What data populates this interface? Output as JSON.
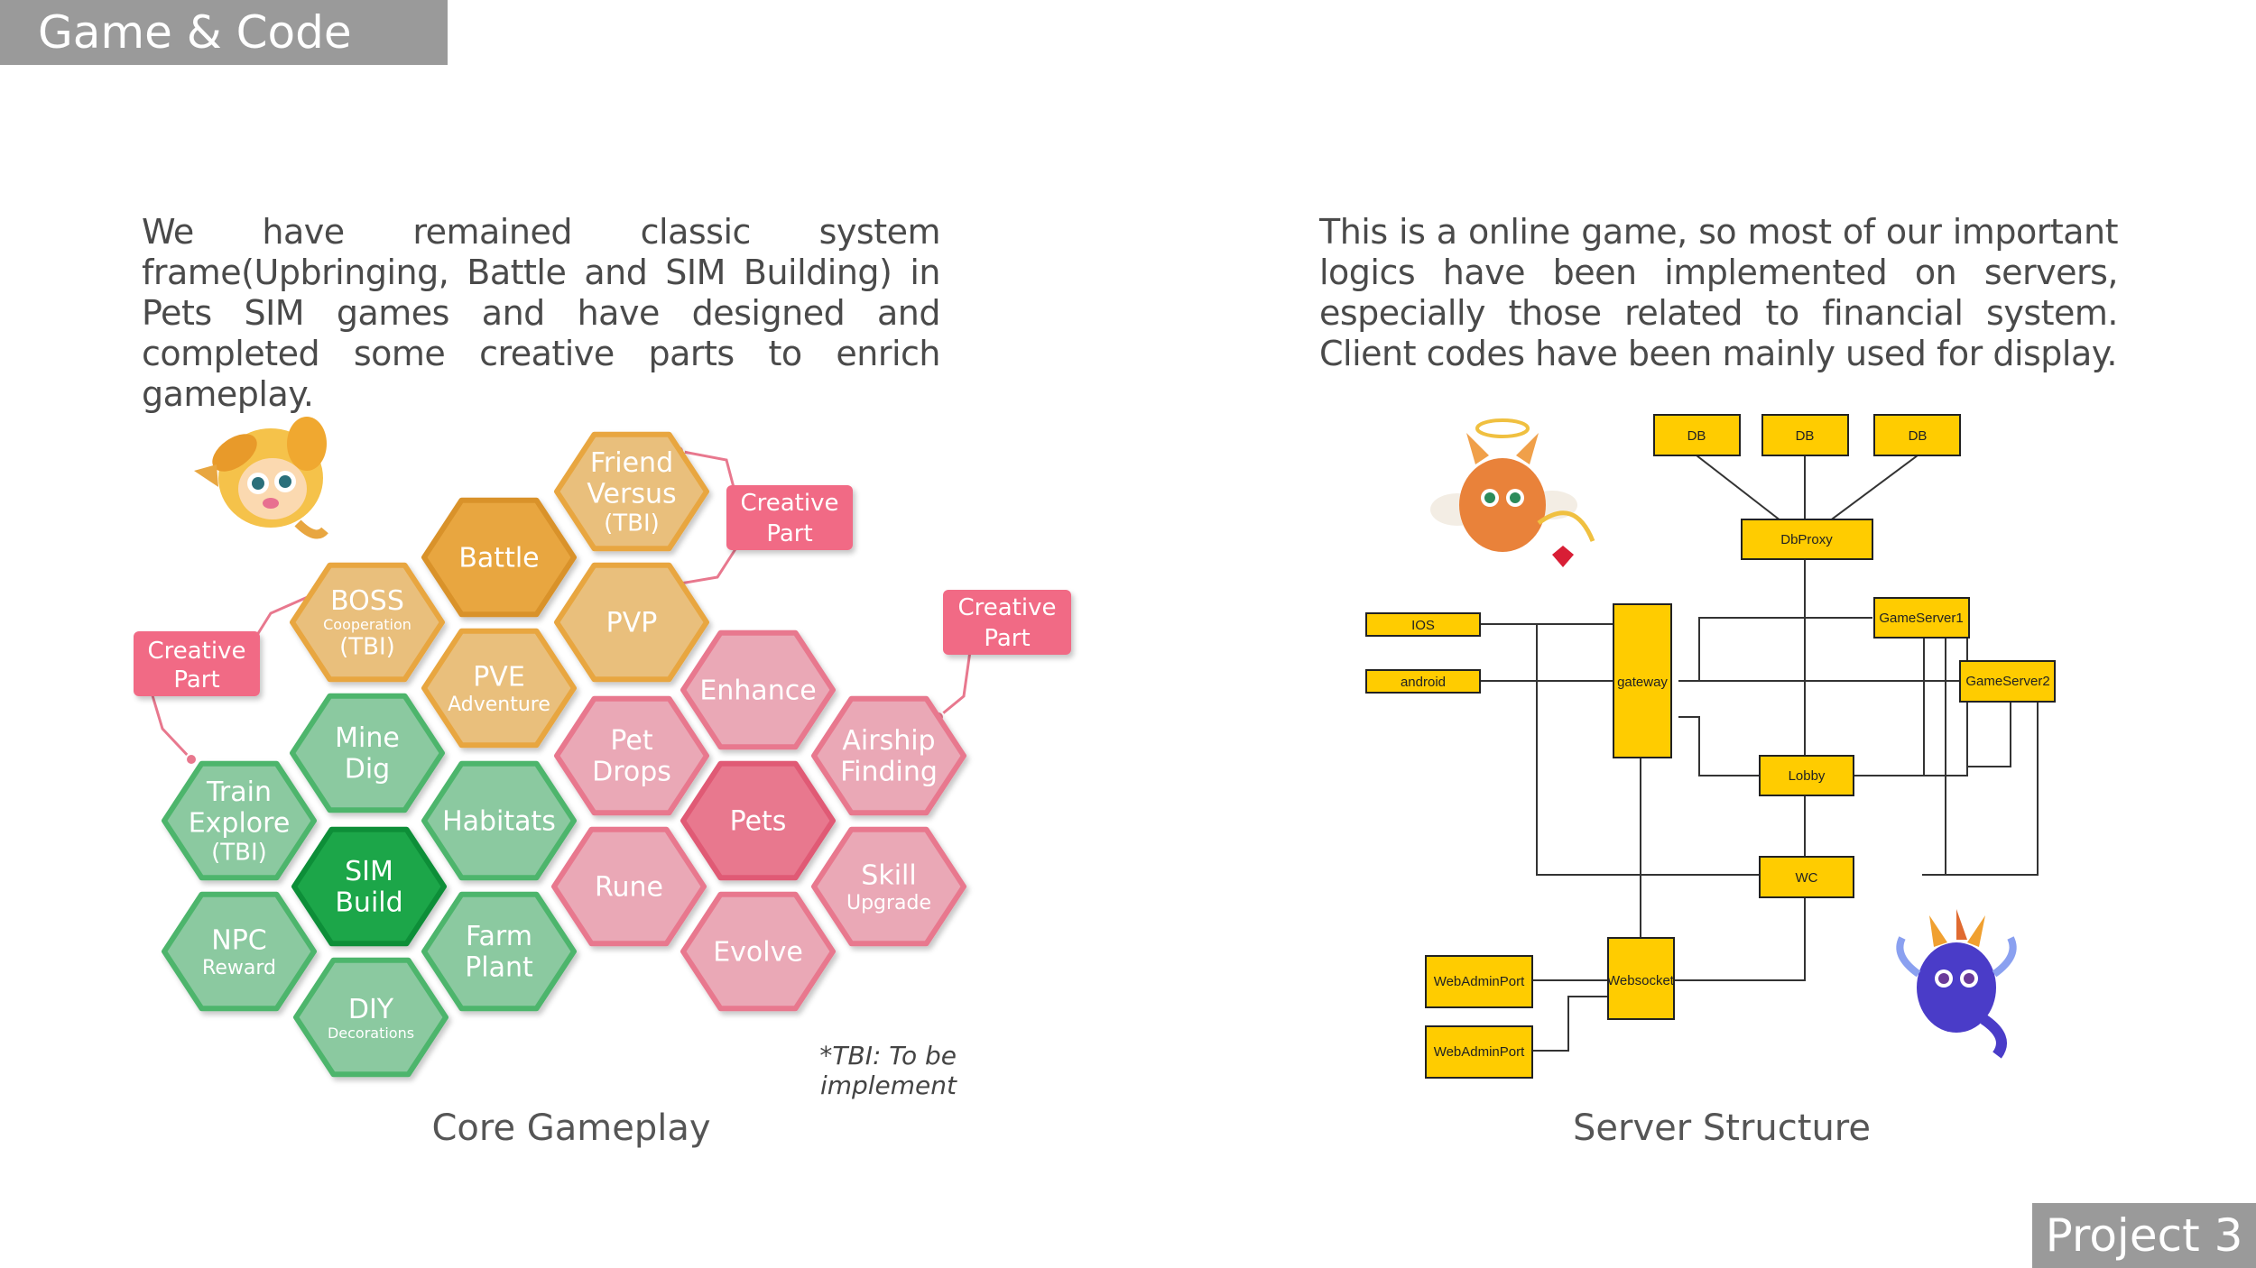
{
  "header": {
    "title": "Game & Code Design"
  },
  "footer": {
    "project_label": "Project 3"
  },
  "left": {
    "paragraph": "We have remained classic system frame(Upbringing, Battle and SIM Building) in Pets SIM  games and have designed and completed some creative parts to enrich gameplay.",
    "caption": "Core Gameplay",
    "note": "*TBI: To be implement",
    "callouts": [
      {
        "line1": "Creative",
        "line2": "Part"
      },
      {
        "line1": "Creative",
        "line2": "Part"
      },
      {
        "line1": "Creative",
        "line2": "Part"
      }
    ],
    "hexes": {
      "friend": {
        "l1": "Friend",
        "l2": "Versus",
        "l3": "(TBI)"
      },
      "battle": {
        "l1": "Battle"
      },
      "boss": {
        "l1": "BOSS",
        "l2": "Cooperation",
        "l3": "(TBI)"
      },
      "pvp": {
        "l1": "PVP"
      },
      "pve": {
        "l1": "PVE",
        "l2": "Adventure"
      },
      "mine": {
        "l1": "Mine",
        "l2": "Dig"
      },
      "train": {
        "l1": "Train",
        "l2": "Explore",
        "l3": "(TBI)"
      },
      "habitats": {
        "l1": "Habitats"
      },
      "sim": {
        "l1": "SIM",
        "l2": "Build"
      },
      "npc": {
        "l1": "NPC",
        "l2": "Reward"
      },
      "farm": {
        "l1": "Farm",
        "l2": "Plant"
      },
      "diy": {
        "l1": "DIY",
        "l2": "Decorations"
      },
      "enhance": {
        "l1": "Enhance"
      },
      "petdrops": {
        "l1": "Pet",
        "l2": "Drops"
      },
      "airship": {
        "l1": "Airship",
        "l2": "Finding"
      },
      "pets": {
        "l1": "Pets"
      },
      "rune": {
        "l1": "Rune"
      },
      "skill": {
        "l1": "Skill",
        "l2": "Upgrade"
      },
      "evolve": {
        "l1": "Evolve"
      }
    }
  },
  "right": {
    "paragraph": "This is a online game, so most of our important logics have been implemented on servers, especially those related to financial system. Client codes have been mainly used for display.",
    "caption": "Server Structure",
    "nodes": {
      "db1": "DB",
      "db2": "DB",
      "db3": "DB",
      "dbproxy": "DbProxy",
      "ios": "IOS",
      "android": "android",
      "gateway": "gateway",
      "gs1": "GameServer1",
      "gs2": "GameServer2",
      "lobby": "Lobby",
      "wc": "WC",
      "websocket": "Websocket",
      "wap1": "WebAdminPort",
      "wap2": "WebAdminPort"
    }
  },
  "colors": {
    "orange": "#E8A640",
    "orange_light": "#E9BF7C",
    "green": "#4DB56C",
    "green_light": "#8BC9A0",
    "green_dark": "#1FA64A",
    "pink": "#E8788E",
    "pink_light": "#EAA8B6",
    "callout": "#F16A85",
    "server_box": "#FFCC00"
  }
}
